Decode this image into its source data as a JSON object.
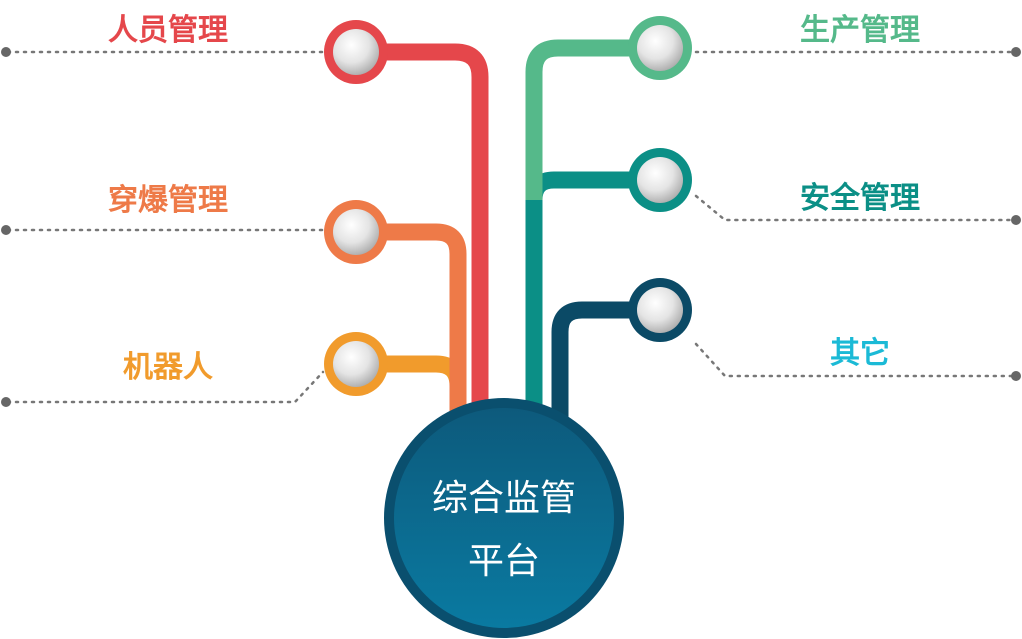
{
  "hub": {
    "line1": "综合监管",
    "line2": "平台"
  },
  "branches": [
    {
      "id": "personnel",
      "label": "人员管理",
      "color": "#e5474b"
    },
    {
      "id": "blasting",
      "label": "穿爆管理",
      "color": "#ee7a48"
    },
    {
      "id": "robot",
      "label": "机器人",
      "color": "#f19b2c"
    },
    {
      "id": "production",
      "label": "生产管理",
      "color": "#55b98a"
    },
    {
      "id": "safety",
      "label": "安全管理",
      "color": "#0b8f86"
    },
    {
      "id": "other",
      "label": "其它",
      "color": "#1bbad6"
    }
  ],
  "colors": {
    "hub_gradient_top": "#0d5a7c",
    "hub_gradient_bottom": "#0a7aa1",
    "hub_ring": "#0a4f6e",
    "other_line": "#0b4a66",
    "dotted_line": "#777777",
    "knob_face": "#d9d9d9"
  }
}
